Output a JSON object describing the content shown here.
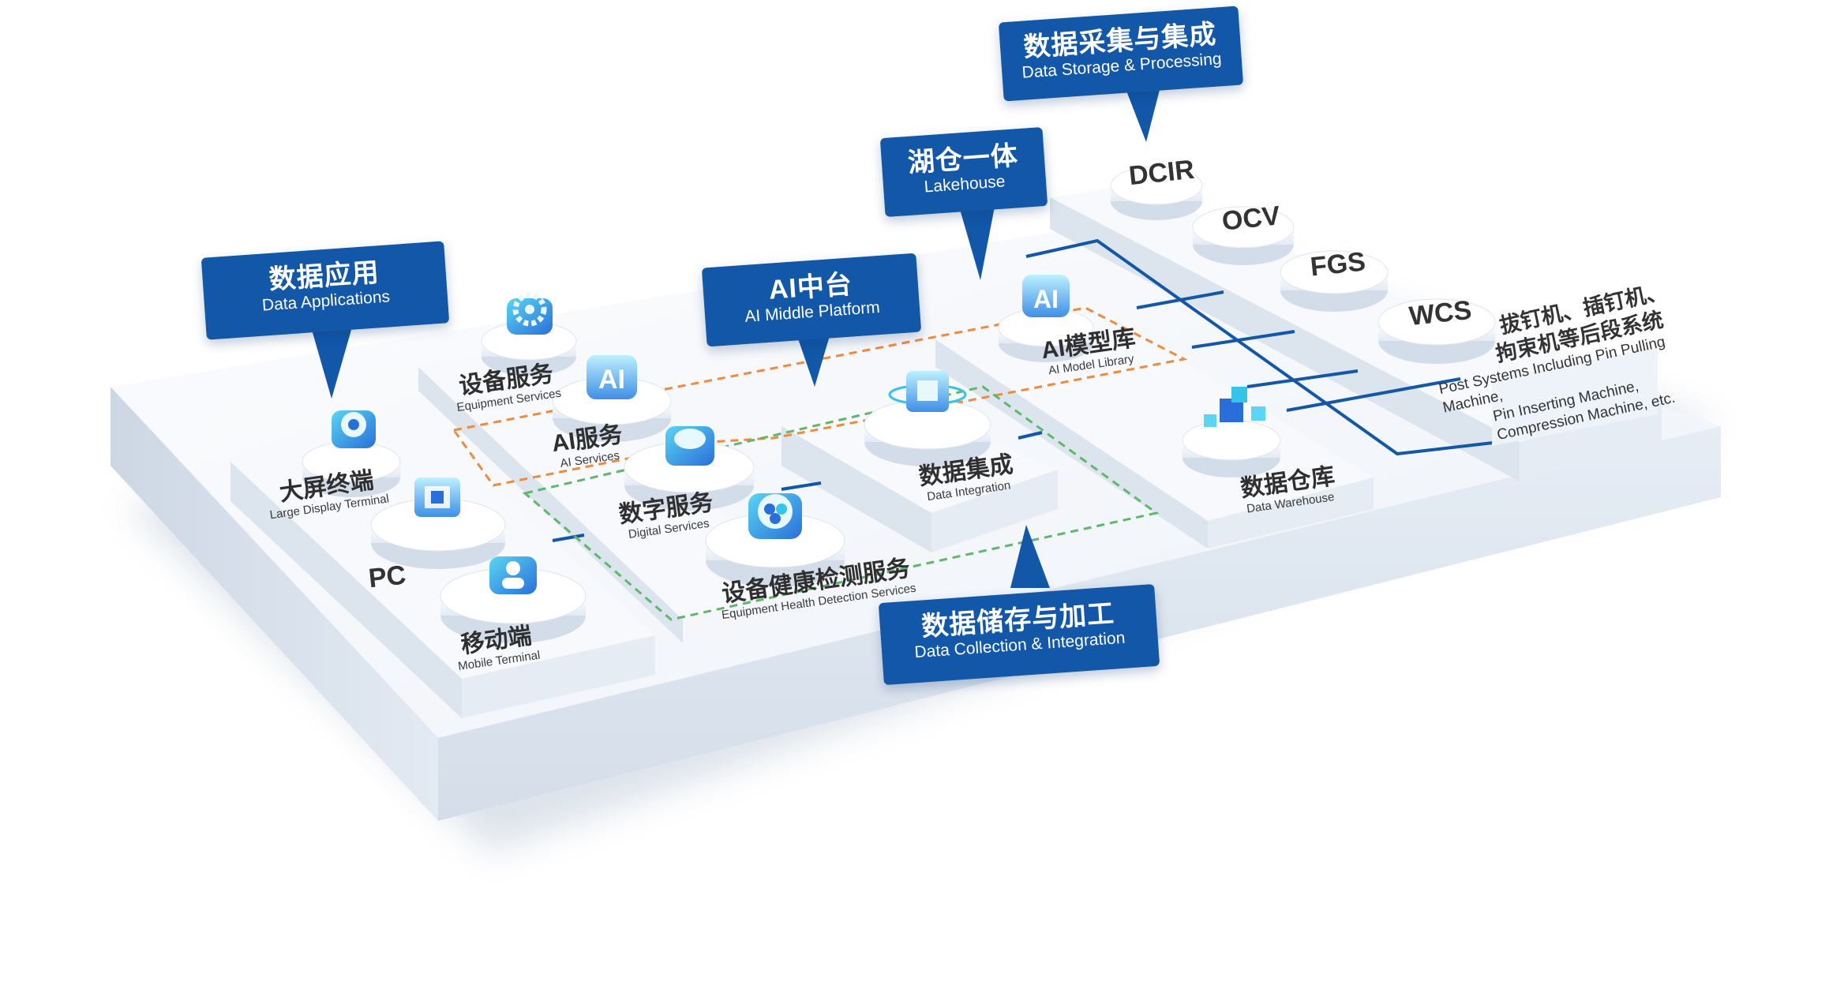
{
  "callouts": {
    "data_applications": {
      "cn": "数据应用",
      "en": "Data Applications"
    },
    "ai_middle_platform": {
      "cn": "AI中台",
      "en": "AI Middle Platform"
    },
    "lakehouse": {
      "cn": "湖仓一体",
      "en": "Lakehouse"
    },
    "storage_processing": {
      "cn": "数据采集与集成",
      "en": "Data Storage & Processing"
    },
    "collection_integration": {
      "cn": "数据储存与加工",
      "en": "Data Collection & Integration"
    }
  },
  "modules": {
    "large_display": {
      "cn": "大屏终端",
      "en": "Large Display Terminal"
    },
    "pc": {
      "cn": "PC"
    },
    "mobile": {
      "cn": "移动端",
      "en": "Mobile Terminal"
    },
    "equipment_services": {
      "cn": "设备服务",
      "en": "Equipment Services"
    },
    "ai_services": {
      "cn": "AI服务",
      "en": "AI Services"
    },
    "digital_services": {
      "cn": "数字服务",
      "en": "Digital Services"
    },
    "health_detection": {
      "cn": "设备健康检测服务",
      "en": "Equipment Health Detection Services"
    },
    "data_integration": {
      "cn": "数据集成",
      "en": "Data Integration"
    },
    "ai_model_library": {
      "cn": "AI模型库",
      "en": "AI Model Library"
    },
    "data_warehouse": {
      "cn": "数据仓库",
      "en": "Data Warehouse"
    }
  },
  "systems": {
    "dcir": "DCIR",
    "ocv": "OCV",
    "fgs": "FGS",
    "wcs": "WCS",
    "post": {
      "cn_line1": "拔钉机、插钉机、",
      "cn_line2": "拘束机等后段系统",
      "en_line1": "Post Systems Including Pin Pulling Machine,",
      "en_line2": "Pin Inserting Machine,",
      "en_line3": "Compression Machine, etc."
    }
  },
  "icon_texts": {
    "ai_badge": "AI"
  },
  "colors": {
    "callout": "#1257a8",
    "platform_top": "#f4f7fb",
    "platform_side": "#dfe7f1",
    "orange_dashed": "#f08a3c",
    "green_dashed": "#5fb86a",
    "bus_line": "#1257a8",
    "icon_cyan": "#34c4e8",
    "icon_blue": "#2a6fd9"
  }
}
